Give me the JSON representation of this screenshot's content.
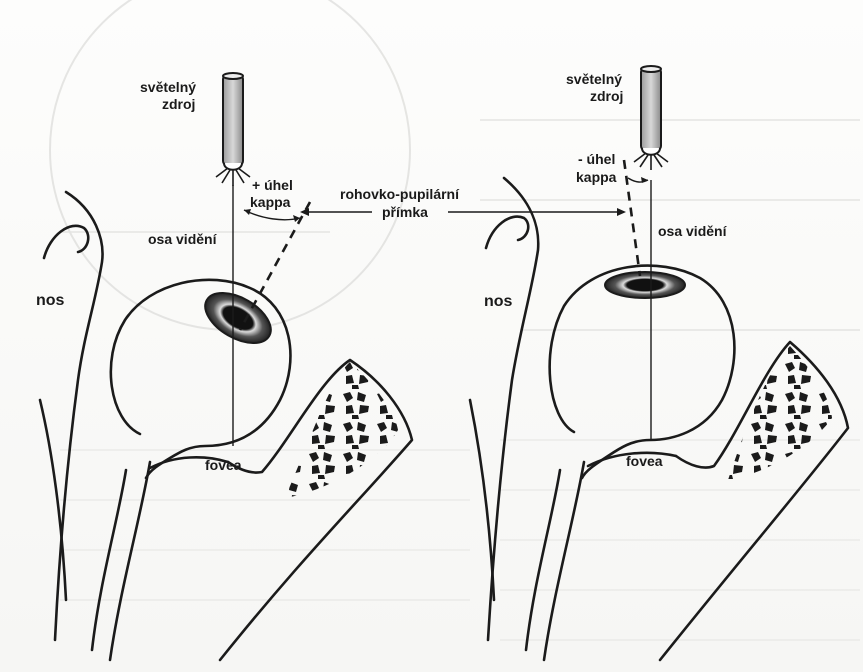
{
  "left": {
    "light_source": [
      "světelný",
      "zdroj"
    ],
    "angle": [
      "+ úhel",
      "kappa"
    ],
    "visual_axis": "osa vidění",
    "nose": "nos",
    "fovea": "fovea"
  },
  "right": {
    "light_source": [
      "světelný",
      "zdroj"
    ],
    "angle": [
      "- úhel",
      "kappa"
    ],
    "visual_axis": "osa vidění",
    "nose": "nos",
    "fovea": "fovea"
  },
  "center": {
    "pupillary_line": [
      "rohovko-pupilární",
      "přímka"
    ]
  },
  "colors": {
    "ink": "#1b1b1b",
    "paper": "#fbfbfa"
  }
}
